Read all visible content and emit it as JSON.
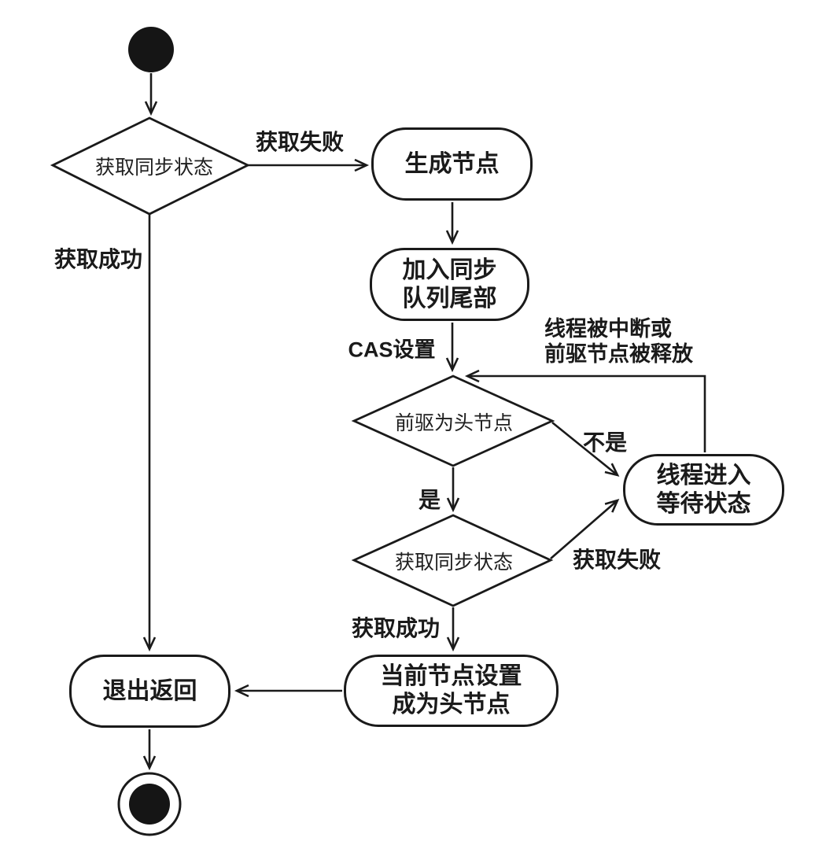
{
  "diagram": {
    "type": "uml-activity-flowchart",
    "language": "zh-CN",
    "colors": {
      "background": "#ffffff",
      "stroke": "#1a1a1a",
      "node_fill": "#ffffff"
    },
    "nodes": {
      "start": {
        "kind": "initial-state"
      },
      "decision_acquire_top": {
        "label": "获取同步状态"
      },
      "action_create_node": {
        "label": "生成节点"
      },
      "action_enqueue": {
        "line1": "加入同步",
        "line2": "队列尾部"
      },
      "decision_predecessor_head": {
        "label": "前驱为头节点"
      },
      "action_wait": {
        "line1": "线程进入",
        "line2": "等待状态"
      },
      "decision_acquire_loop": {
        "label": "获取同步状态"
      },
      "action_set_head": {
        "line1": "当前节点设置",
        "line2": "成为头节点"
      },
      "action_exit": {
        "label": "退出返回"
      },
      "end": {
        "kind": "final-state"
      }
    },
    "edge_labels": {
      "acquire_fail_top": "获取失败",
      "acquire_success_left": "获取成功",
      "cas_set": "CAS设置",
      "interrupt_or_release_line1": "线程被中断或",
      "interrupt_or_release_line2": "前驱节点被释放",
      "not_head": "不是",
      "is_head": "是",
      "acquire_fail_loop": "获取失败",
      "acquire_success_loop": "获取成功"
    }
  }
}
